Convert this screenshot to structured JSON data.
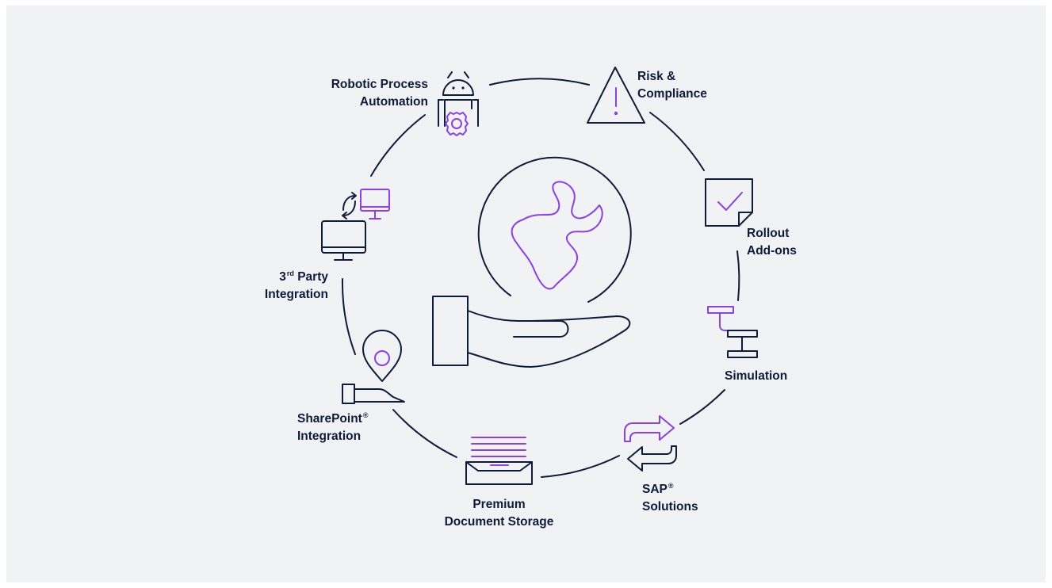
{
  "colors": {
    "background": "#f1f2f4",
    "line": "#0f1b3a",
    "accent": "#8a3ff0"
  },
  "center": {
    "icon": "hand-holding-globe-icon"
  },
  "nodes": [
    {
      "id": "rpa",
      "icon": "robot-gear-icon",
      "line1": "Robotic Process",
      "line2": "Automation"
    },
    {
      "id": "risk",
      "icon": "warning-triangle-icon",
      "line1": "Risk &",
      "line2": "Compliance"
    },
    {
      "id": "rollout",
      "icon": "checked-document-icon",
      "line1": "Rollout",
      "line2": "Add-ons"
    },
    {
      "id": "simulation",
      "icon": "process-flow-icon",
      "line1": "Simulation"
    },
    {
      "id": "sap",
      "icon": "exchange-arrows-icon",
      "line1": "SAP",
      "sup": "®",
      "line2": "Solutions"
    },
    {
      "id": "storage",
      "icon": "document-tray-icon",
      "line1": "Premium",
      "line2": "Document Storage"
    },
    {
      "id": "sharepoint",
      "icon": "location-pin-hand-icon",
      "line1": "SharePoint",
      "sup": "®",
      "line2": "Integration"
    },
    {
      "id": "thirdparty",
      "icon": "monitor-sync-icon",
      "line1_pre": "3",
      "sup": "rd",
      "line1_post": " Party",
      "line2": "Integration"
    }
  ]
}
